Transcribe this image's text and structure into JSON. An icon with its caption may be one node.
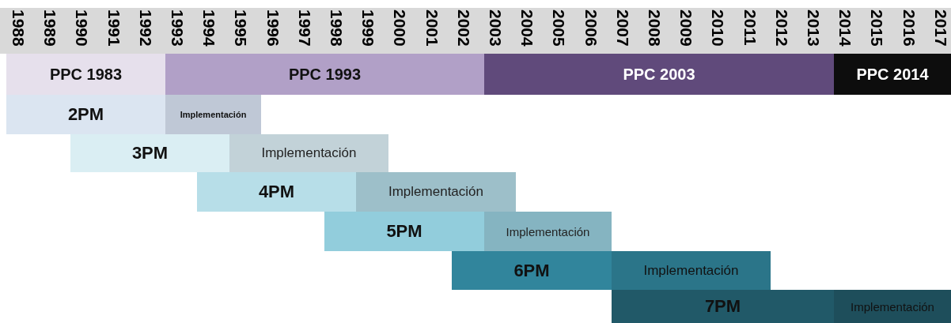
{
  "diagram": {
    "nodes": [
      {
        "text": [
          "PPC 1983"
        ]
      },
      {
        "text": [
          "PPC 1993"
        ]
      },
      {
        "text": [
          "PPC 2003"
        ]
      },
      {
        "text": [
          "PPC 2014"
        ]
      },
      {
        "text": [
          "2PM"
        ]
      },
      {
        "text": [
          "Implementación"
        ]
      },
      {
        "text": [
          "3PM"
        ]
      },
      {
        "text": [
          "Implementación"
        ]
      },
      {
        "text": [
          "4PM"
        ]
      },
      {
        "text": [
          "Implementación"
        ]
      },
      {
        "text": [
          "5PM"
        ]
      },
      {
        "text": [
          "Implementación"
        ]
      },
      {
        "text": [
          "6PM"
        ]
      },
      {
        "text": [
          "Implementación"
        ]
      },
      {
        "text": [
          "7PM"
        ]
      },
      {
        "text": [
          "Implementación"
        ]
      }
    ],
    "labels": [
      "1988",
      "1989",
      "1990",
      "1991",
      "1992",
      "1993",
      "1994",
      "1995",
      "1996",
      "1997",
      "1998",
      "1999",
      "2000",
      "2001",
      "2002",
      "2003",
      "2004",
      "2005",
      "2006",
      "2007",
      "2008",
      "2009",
      "2010",
      "2011",
      "2012",
      "2013",
      "2014",
      "2015",
      "2016",
      "2017"
    ]
  }
}
